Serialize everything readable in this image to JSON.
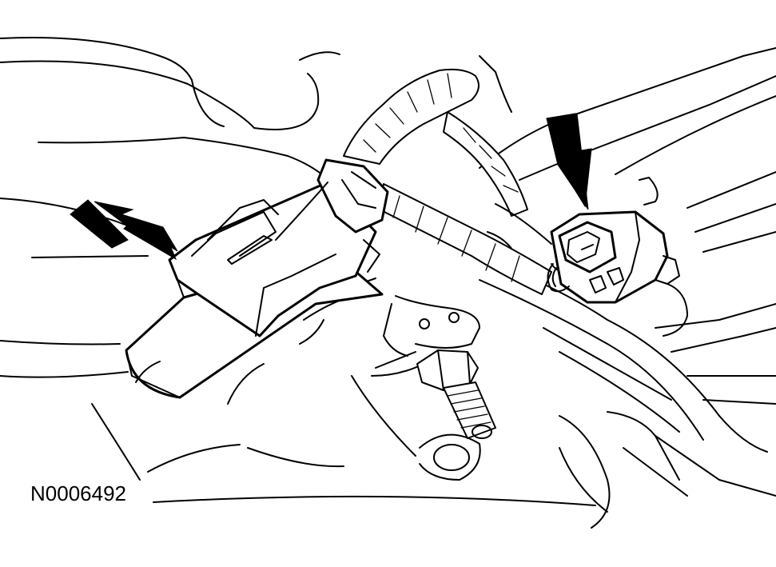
{
  "figure": {
    "label": "N0006492"
  },
  "colors": {
    "line": "#000000",
    "background": "#ffffff"
  },
  "callouts": [
    {
      "icon": "arrow-icon",
      "points_to": "left-connector"
    },
    {
      "icon": "arrow-icon",
      "points_to": "right-connector"
    }
  ]
}
